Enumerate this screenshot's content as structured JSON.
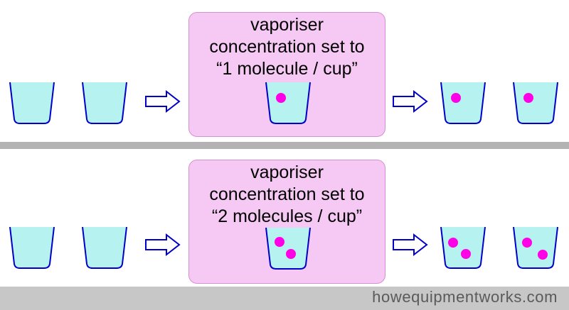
{
  "panels": [
    {
      "label_lines": [
        "vaporiser",
        "concentration set to",
        "“1 molecule / cup”"
      ],
      "molecules_per_cup": 1
    },
    {
      "label_lines": [
        "vaporiser",
        "concentration set to",
        "“2 molecules / cup”"
      ],
      "molecules_per_cup": 2
    }
  ],
  "footer": {
    "site": "howequipmentworks.com"
  },
  "colors": {
    "cup_fill": "#b6f2f0",
    "cup_outline": "#0000c8",
    "molecule": "#ff00e6",
    "arrow_outline": "#0000c8",
    "vaporiser_fill": "#f6c8f4",
    "vaporiser_border": "#d68fd3",
    "divider": "#b3b3b3",
    "footer_bg": "#c7c7c7"
  }
}
